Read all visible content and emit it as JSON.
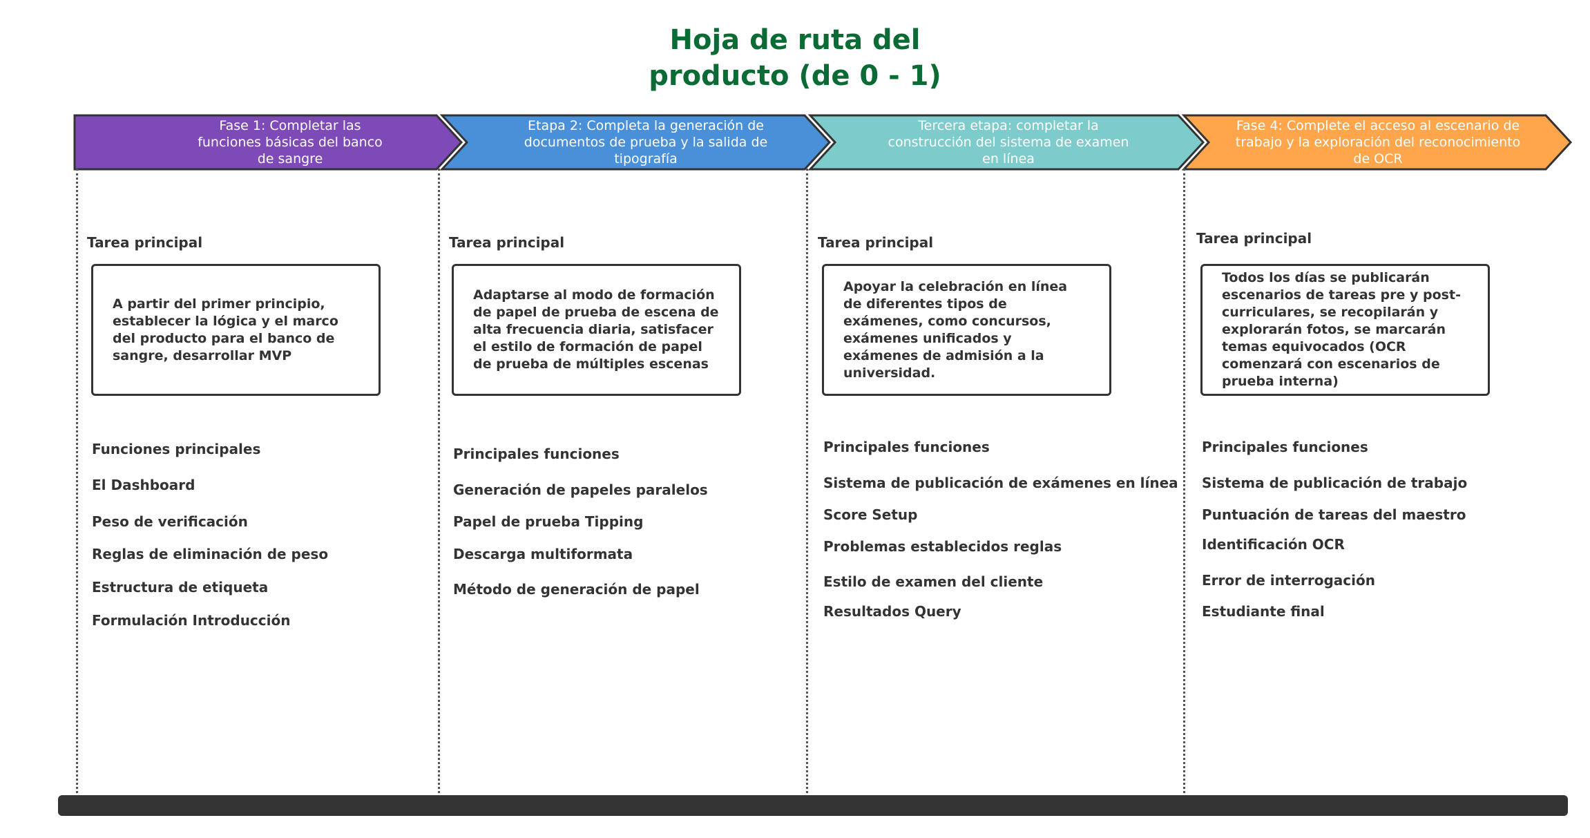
{
  "title_lines": [
    "Hoja de ruta del",
    "producto (de 0 - 1)"
  ],
  "colors": {
    "title": "#0a6b34",
    "phase1": "#7e4ab8",
    "phase2": "#4a90d9",
    "phase3": "#7ecbcb",
    "phase4": "#ffa64d",
    "outline": "#333333"
  },
  "phases": [
    {
      "label": "Fase 1: Completar las funciones básicas del banco de sangre",
      "task_heading": "Tarea principal",
      "task": "A partir del primer principio, establecer la lógica y el marco del producto para el banco de sangre, desarrollar MVP",
      "features": [
        "Funciones principales",
        "El Dashboard",
        "Peso de verificación",
        "Reglas de eliminación de peso",
        "Estructura de etiqueta",
        "Formulación Introducción"
      ]
    },
    {
      "label": "Etapa 2: Completa la generación de documentos de prueba y la salida de tipografía",
      "task_heading": "Tarea principal",
      "task": "Adaptarse al modo de formación de papel de prueba de escena de alta frecuencia diaria, satisfacer el estilo de formación de papel de prueba de múltiples escenas",
      "features": [
        "Principales funciones",
        "Generación de papeles paralelos",
        "Papel de prueba Tipping",
        "Descarga multiformata",
        "Método de generación de papel"
      ]
    },
    {
      "label": "Tercera etapa: completar la construcción del sistema de examen en línea",
      "task_heading": "Tarea principal",
      "task": "Apoyar la celebración en línea de diferentes tipos de exámenes, como concursos, exámenes unificados y exámenes de admisión a la universidad.",
      "features": [
        "Principales funciones",
        "Sistema de publicación de exámenes en línea",
        "Score Setup",
        "Problemas establecidos reglas",
        "Estilo de examen del cliente",
        "Resultados Query"
      ]
    },
    {
      "label": "Fase 4: Complete el acceso al escenario de trabajo y la exploración del reconocimiento de OCR",
      "task_heading": "Tarea principal",
      "task": "Todos los días se publicarán escenarios de tareas pre y post-curriculares, se recopilarán y explorarán fotos, se marcarán temas equivocados (OCR comenzará con escenarios de prueba interna)",
      "features": [
        "Principales funciones",
        "Sistema de publicación de trabajo",
        "Puntuación de tareas del maestro",
        "Identificación OCR",
        "Error de interrogación",
        "Estudiante final"
      ]
    }
  ]
}
